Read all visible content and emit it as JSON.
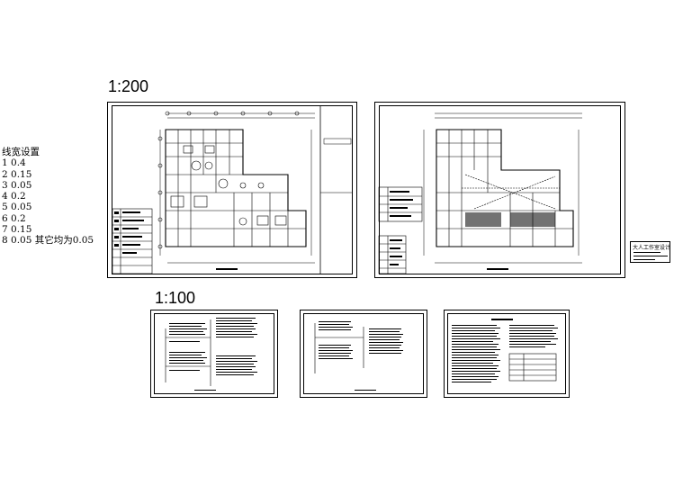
{
  "scales": {
    "large": "1:200",
    "small": "1:100"
  },
  "line_width_settings": {
    "title": "线宽设置",
    "rows": [
      "1  0.4",
      "2  0.15",
      "3  0.05",
      "4  0.2",
      "5  0.05",
      "6  0.2",
      "7  0.15",
      "8  0.05 其它均为0.05"
    ]
  },
  "stamp": {
    "text": "大人工作室设计"
  }
}
